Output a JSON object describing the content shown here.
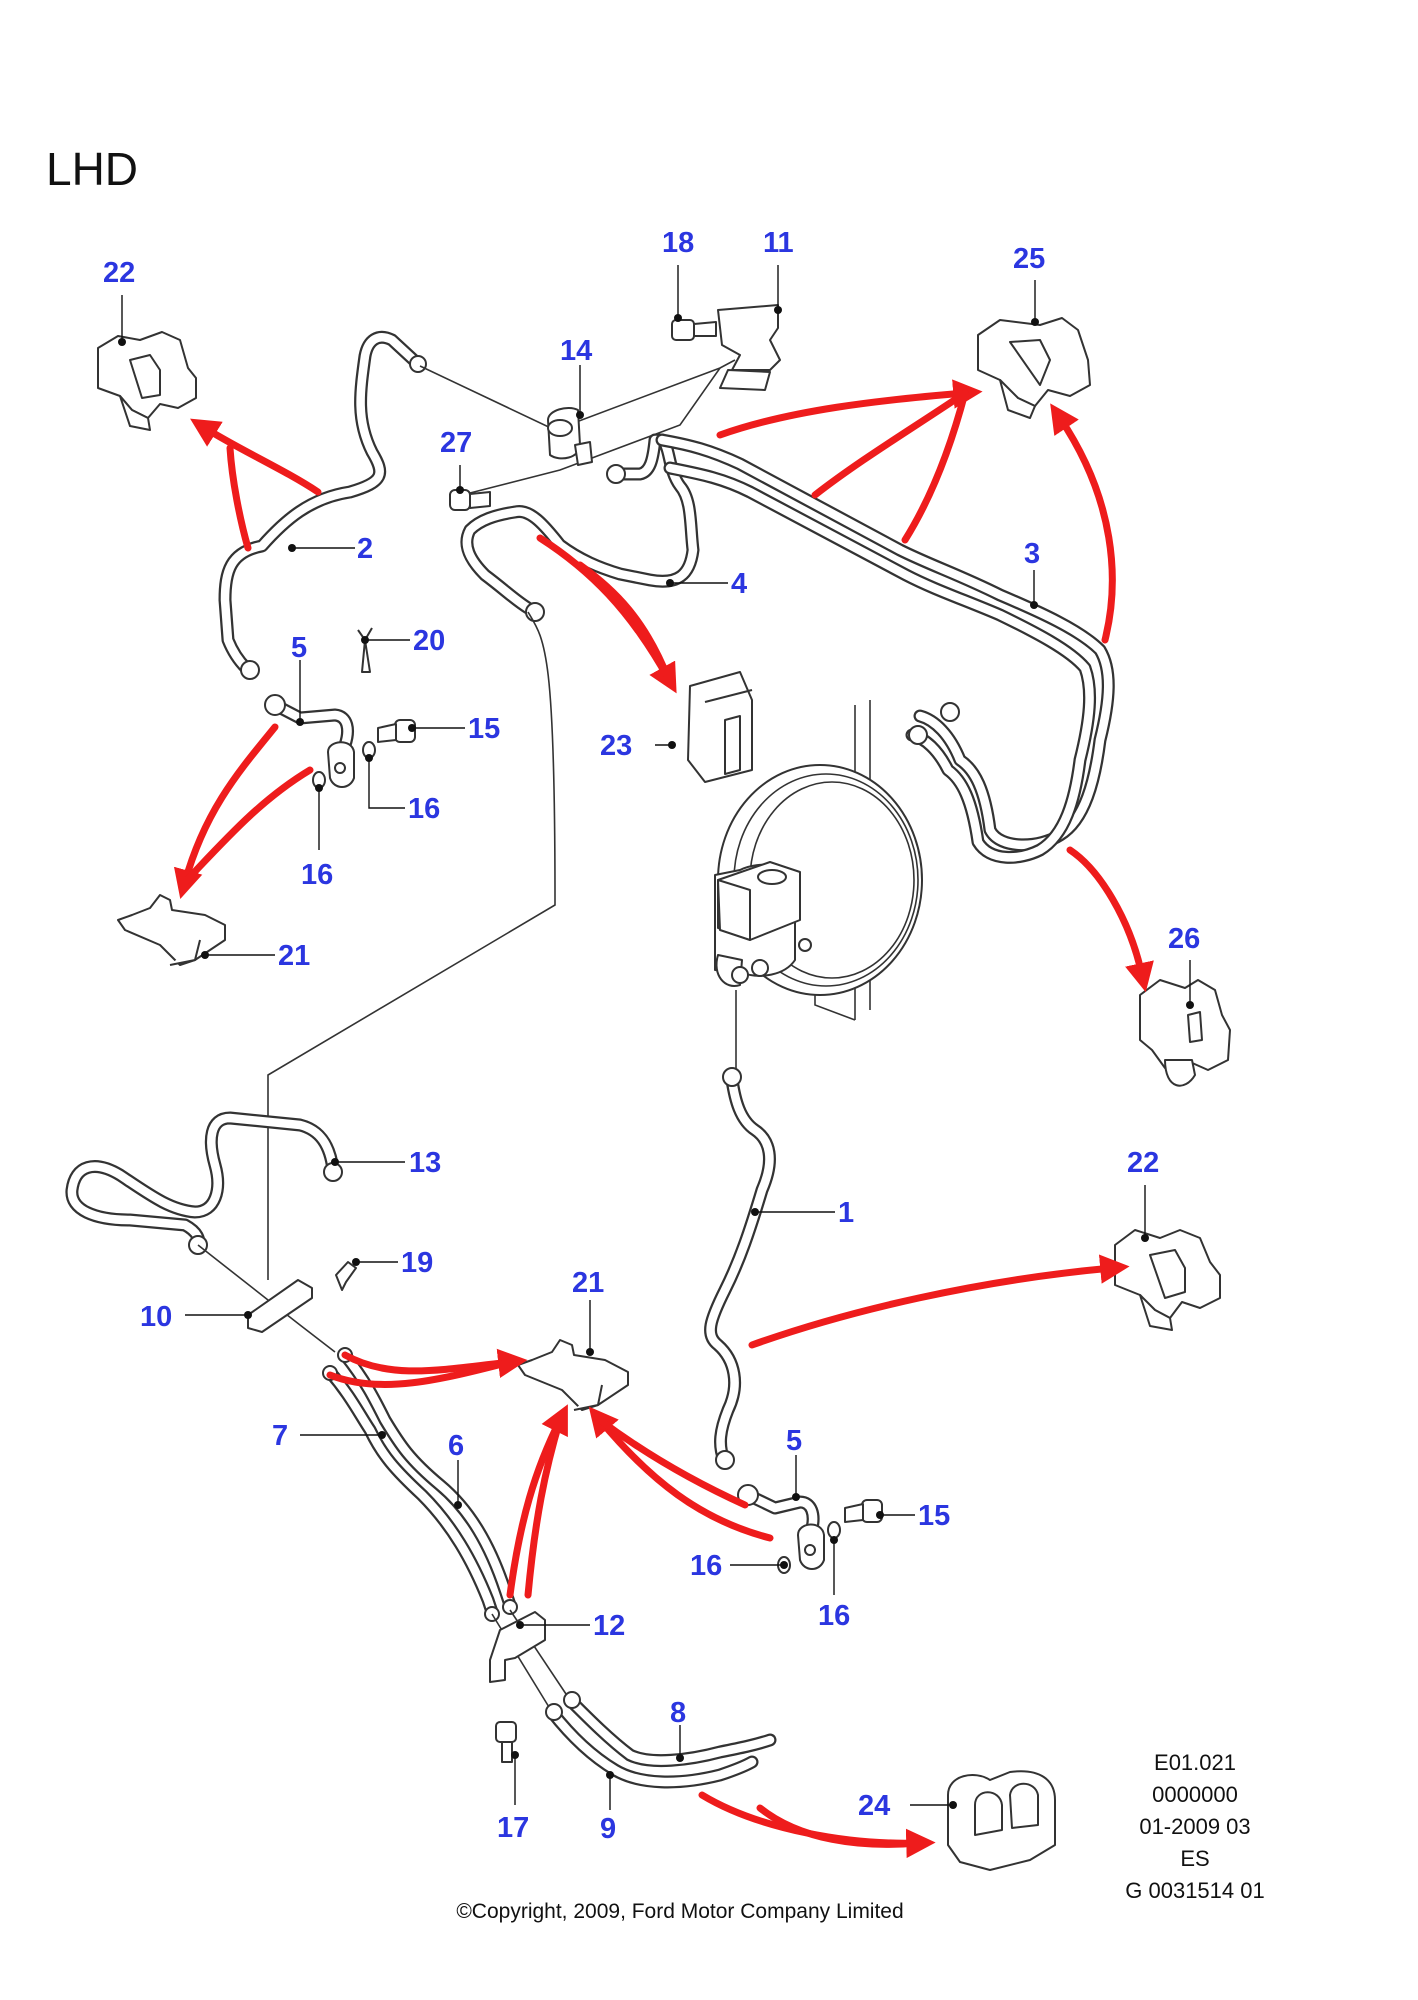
{
  "heading": "LHD",
  "labels": [
    "1",
    "2",
    "3",
    "4",
    "5",
    "5",
    "6",
    "7",
    "8",
    "9",
    "10",
    "11",
    "12",
    "13",
    "14",
    "15",
    "15",
    "16",
    "16",
    "16",
    "16",
    "17",
    "18",
    "19",
    "20",
    "21",
    "21",
    "22",
    "22",
    "23",
    "24",
    "25",
    "26",
    "27"
  ],
  "reference_lines": [
    "E01.021",
    "0000000",
    "01-2009 03",
    "ES",
    "G 0031514 01"
  ],
  "copyright": "©Copyright, 2009, Ford Motor Company Limited",
  "colors": {
    "label": "#2b36e0",
    "arrow": "#ee1c1c",
    "line": "#333333"
  }
}
